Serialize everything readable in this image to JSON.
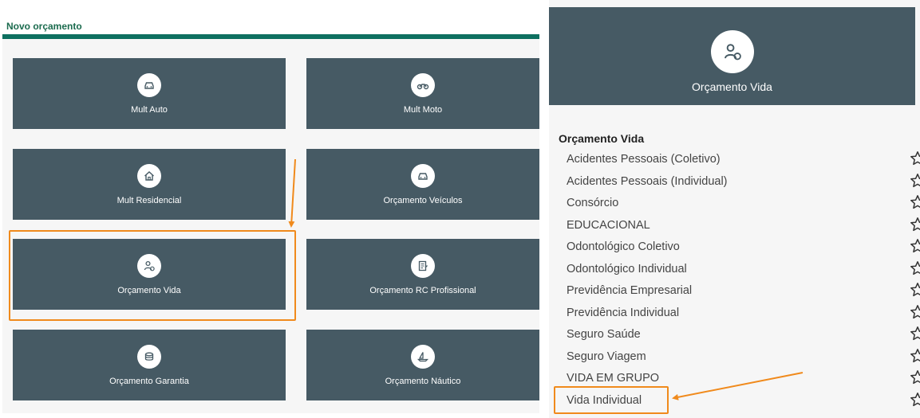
{
  "left": {
    "title": "Novo orçamento",
    "tiles": [
      {
        "label": "Mult Auto",
        "icon": "car-icon"
      },
      {
        "label": "Mult Moto",
        "icon": "motorcycle-icon"
      },
      {
        "label": "Mult Residencial",
        "icon": "house-icon"
      },
      {
        "label": "Orçamento Veículos",
        "icon": "car-icon"
      },
      {
        "label": "Orçamento Vida",
        "icon": "person-heart-icon"
      },
      {
        "label": "Orçamento RC Profissional",
        "icon": "document-icon"
      },
      {
        "label": "Orçamento Garantia",
        "icon": "coins-icon"
      },
      {
        "label": "Orçamento Náutico",
        "icon": "sailboat-icon"
      }
    ]
  },
  "right": {
    "header_title": "Orçamento Vida",
    "header_icon": "person-heart-icon",
    "list_title": "Orçamento Vida",
    "items": [
      "Acidentes Pessoais (Coletivo)",
      "Acidentes Pessoais (Individual)",
      "Consórcio",
      "EDUCACIONAL",
      "Odontológico Coletivo",
      "Odontológico Individual",
      "Previdência Empresarial",
      "Previdência Individual",
      "Seguro Saúde",
      "Seguro Viagem",
      "VIDA EM GRUPO",
      "Vida Individual"
    ]
  },
  "colors": {
    "tile": "#465a64",
    "accent_bar": "#0e7060",
    "title_green": "#1b6b4e",
    "highlight": "#f08a1c"
  }
}
